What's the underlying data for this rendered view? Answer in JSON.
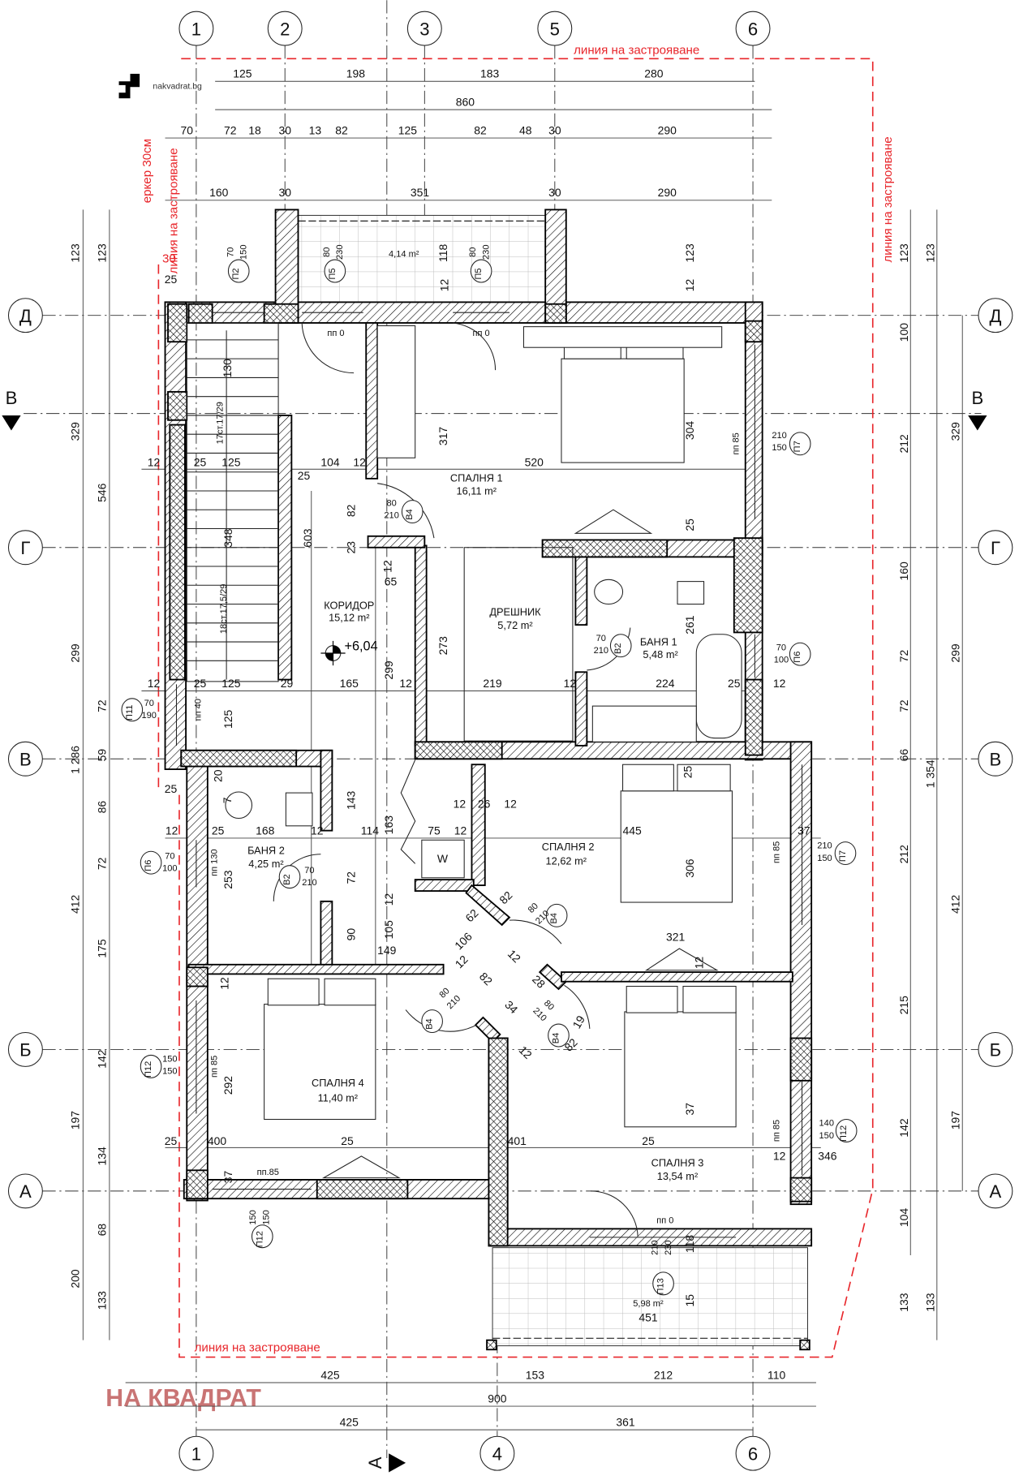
{
  "logo": {
    "text": "nakvadrat.bg"
  },
  "watermark": "НА КВАДРАТ",
  "colors": {
    "building_line": "#e8262b",
    "watermark": "#c97474",
    "walls": "#000000"
  },
  "axes": {
    "columns_top": [
      "1",
      "2",
      "3",
      "5",
      "6"
    ],
    "columns_bottom": [
      "1",
      "4",
      "6"
    ],
    "rows": [
      "Д",
      "Г",
      "В",
      "Б",
      "А"
    ],
    "section_marks": {
      "horizontal": "В",
      "vertical": "А"
    }
  },
  "building_line": {
    "top": "линия на застрояване",
    "bottom": "линия на застрояване",
    "left": "линия на застрояване",
    "right": "линия на застрояване",
    "bay": "еркер 30см",
    "bay_dim": "30"
  },
  "rooms": [
    {
      "name": "СПАЛНЯ 1",
      "area": "16,11 m²"
    },
    {
      "name": "КОРИДОР",
      "area": "15,12 m²"
    },
    {
      "name": "ДРЕШНИК",
      "area": "5,72 m²"
    },
    {
      "name": "БАНЯ 1",
      "area": "5,48 m²"
    },
    {
      "name": "СПАЛНЯ 2",
      "area": "12,62 m²"
    },
    {
      "name": "БАНЯ 2",
      "area": "4,25 m²"
    },
    {
      "name": "СПАЛНЯ 4",
      "area": "11,40 m²"
    },
    {
      "name": "СПАЛНЯ 3",
      "area": "13,54 m²"
    }
  ],
  "balconies": [
    {
      "area": "4,14 m²"
    },
    {
      "area": "5,98 m²",
      "length": "451"
    }
  ],
  "level": "+6,04",
  "washer": "W",
  "stairs": {
    "upper": "17ст.17/29",
    "lower": "18ст.17,5/29"
  },
  "openings": [
    {
      "tag": "П2",
      "w": "70",
      "h": "150"
    },
    {
      "tag": "П5",
      "w": "80",
      "h": "230",
      "sill": "пп 0"
    },
    {
      "tag": "П5",
      "w": "80",
      "h": "230",
      "sill": "пп 0"
    },
    {
      "tag": "П7",
      "w": "210",
      "h": "150",
      "sill": "пп 85"
    },
    {
      "tag": "В4",
      "w": "80",
      "h": "210"
    },
    {
      "tag": "В2",
      "w": "70",
      "h": "210"
    },
    {
      "tag": "П6",
      "w": "70",
      "h": "100"
    },
    {
      "tag": "П11",
      "w": "70",
      "h": "190",
      "sill": "пп 40"
    },
    {
      "tag": "П6",
      "w": "70",
      "h": "100",
      "sill": "пп 130"
    },
    {
      "tag": "В2",
      "w": "70",
      "h": "210"
    },
    {
      "tag": "П7",
      "w": "210",
      "h": "150",
      "sill": "пп 85"
    },
    {
      "tag": "В4",
      "w": "80",
      "h": "210"
    },
    {
      "tag": "В4",
      "w": "80",
      "h": "210"
    },
    {
      "tag": "В4",
      "w": "80",
      "h": "210"
    },
    {
      "tag": "П12",
      "w": "150",
      "h": "150",
      "sill": "пп 85"
    },
    {
      "tag": "П12",
      "w": "140",
      "h": "150",
      "sill": "пп 85"
    },
    {
      "tag": "П12",
      "w": "150",
      "h": "150",
      "sill": "пп.85"
    },
    {
      "tag": "П13",
      "w": "210",
      "h": "230",
      "sill": "пп 0"
    }
  ],
  "dimensions": {
    "top_row1": [
      "125",
      "198",
      "183",
      "280"
    ],
    "top_row2": [
      "860"
    ],
    "top_row3": [
      "70",
      "72",
      "18",
      "30",
      "13",
      "82",
      "125",
      "82",
      "48",
      "30",
      "290"
    ],
    "top_row4": [
      "160",
      "30",
      "351",
      "30",
      "290"
    ],
    "left_outer": [
      "123",
      "329",
      "299",
      "1 286",
      "412",
      "197",
      "200"
    ],
    "left_inner": [
      "123",
      "546",
      "72",
      "59",
      "86",
      "72",
      "175",
      "142",
      "134",
      "68",
      "133"
    ],
    "right_inner": [
      "123",
      "100",
      "212",
      "160",
      "72",
      "72",
      "66",
      "212",
      "215",
      "142",
      "104",
      "133"
    ],
    "right_outer": [
      "123",
      "329",
      "299",
      "1 354",
      "412",
      "197",
      "133"
    ],
    "bottom_row1": [
      "425",
      "153",
      "212",
      "110"
    ],
    "bottom_row2": [
      "900"
    ],
    "bottom_row3": [
      "425",
      "361"
    ],
    "interior": [
      "25",
      "118",
      "12",
      "123",
      "12",
      "130",
      "12",
      "25",
      "125",
      "104",
      "12",
      "520",
      "25",
      "317",
      "304",
      "82",
      "23",
      "603",
      "348",
      "12",
      "65",
      "273",
      "25",
      "12",
      "25",
      "125",
      "29",
      "165",
      "12",
      "219",
      "12",
      "224",
      "25",
      "12",
      "299",
      "261",
      "125",
      "20",
      "7",
      "25",
      "143",
      "163",
      "12",
      "26",
      "12",
      "12",
      "25",
      "168",
      "12",
      "114",
      "75",
      "12",
      "445",
      "37",
      "25",
      "306",
      "253",
      "72",
      "12",
      "90",
      "105",
      "149",
      "62",
      "106",
      "12",
      "82",
      "12",
      "82",
      "28",
      "34",
      "12",
      "82",
      "19",
      "321",
      "12",
      "292",
      "12",
      "25",
      "400",
      "25",
      "401",
      "25",
      "12",
      "346",
      "37",
      "37",
      "118",
      "15"
    ]
  }
}
